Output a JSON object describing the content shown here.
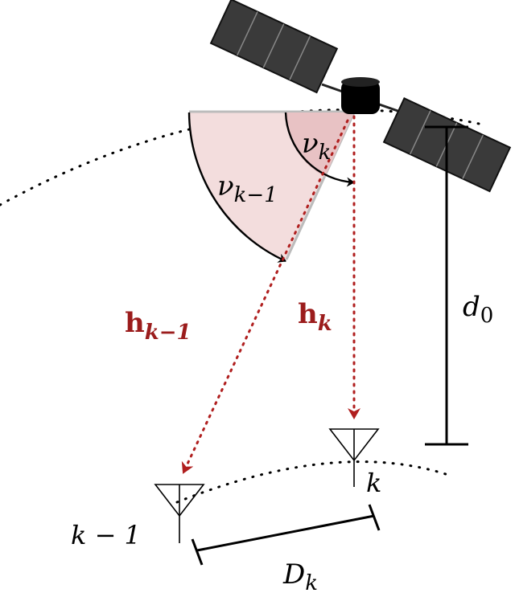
{
  "labels": {
    "nu_k_symbol": "ν",
    "nu_k_sub": "k",
    "nu_km1_symbol": "ν",
    "nu_km1_sub": "k−1",
    "h_k_symbol": "h",
    "h_k_sub": "k",
    "h_km1_symbol": "h",
    "h_km1_sub": "k−1",
    "d0_symbol": "d",
    "d0_sub": "0",
    "Dk_symbol": "D",
    "Dk_sub": "k",
    "user_k": "k",
    "user_km1": "k − 1"
  },
  "colors": {
    "panel": "#3a3a3a",
    "body": "#000000",
    "sector_fill": "#f3dddd",
    "sector_inner": "#e8c2c4",
    "sector_edge": "#b8b8b8",
    "channel": "#b01f1f",
    "ink": "#000000"
  },
  "icons": {
    "satellite": "satellite-icon",
    "antenna": "antenna-icon"
  }
}
